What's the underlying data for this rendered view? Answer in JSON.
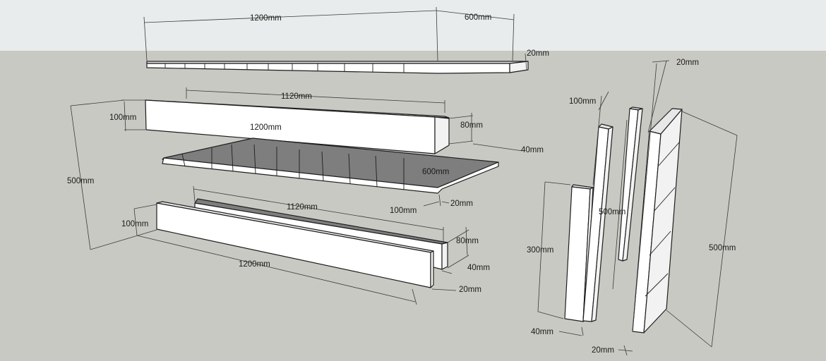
{
  "colors": {
    "sky": "#e9ecec",
    "ground": "#c9c9c3",
    "board_face": "#ffffff",
    "board_shade": "#7e7e7e",
    "line": "#1e1e1e"
  },
  "labels": {
    "top_length": "1200mm",
    "top_width": "600mm",
    "top_thickness": "20mm",
    "back_inner_length": "1120mm",
    "back_height": "100mm",
    "back_length": "1200mm",
    "back_inner_height": "80mm",
    "back_depth": "40mm",
    "total_height": "500mm",
    "shelf_width": "600mm",
    "shelf_slat": "100mm",
    "shelf_thickness": "20mm",
    "front_inner_length": "1120mm",
    "front_height": "100mm",
    "front_inner_height": "80mm",
    "front_depth": "40mm",
    "front_length": "1200mm",
    "front_thickness": "20mm",
    "leg_width": "100mm",
    "leg_thickness_top": "20mm",
    "leg_height_short": "300mm",
    "leg_height_mid": "500mm",
    "leg_height_right": "500mm",
    "leg_base_width": "40mm",
    "leg_base_thickness": "20mm"
  }
}
